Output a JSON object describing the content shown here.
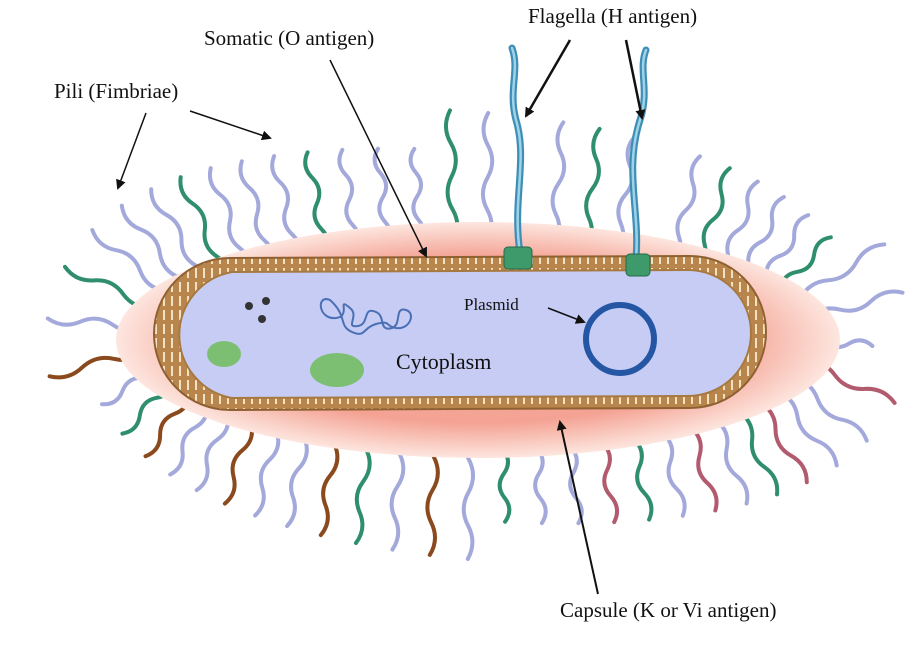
{
  "diagram": {
    "labels": {
      "pili": "Pili (Fimbriae)",
      "somatic": "Somatic (O antigen)",
      "flagella": "Flagella (H antigen)",
      "plasmid": "Plasmid",
      "cytoplasm": "Cytoplasm",
      "capsule": "Capsule (K or Vi antigen)"
    },
    "colors": {
      "capsule_glow": "#f4a293",
      "cytoplasm": "#c6ccf4",
      "cell_wall": "#b8864c",
      "pili_lavender": "#a4a9db",
      "pili_green": "#2f8f6c",
      "pili_brown": "#8a4a1e",
      "pili_rose": "#b25a6e",
      "flagella": "#58a8cc",
      "basal_body": "#3e9a6a",
      "plasmid": "#2456a4",
      "inclusion_green": "#7dbf72",
      "nucleoid": "#4a6fb5"
    }
  }
}
